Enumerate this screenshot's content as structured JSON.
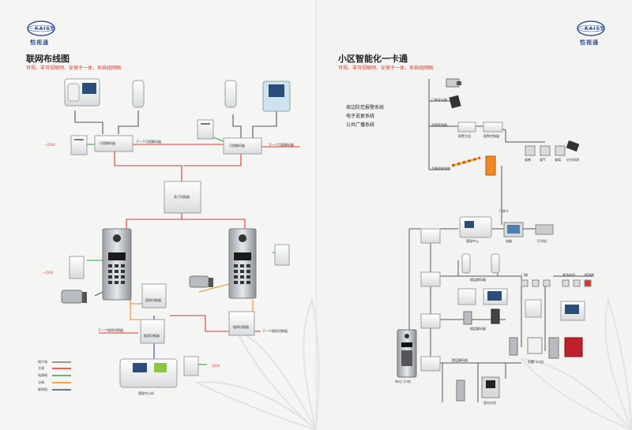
{
  "colors": {
    "red": "#e2332b",
    "green": "#3d9a45",
    "orange": "#f08a22",
    "blue": "#2e4f8c",
    "gray": "#7a7a7a",
    "wire": "#555555"
  },
  "brand": {
    "logo_text": "KAIST",
    "name": "恺视通"
  },
  "left_page": {
    "title": "联网布线图",
    "subtitle": "可视、非可视联网，安保于一体，系统组网图",
    "labels": {
      "decoder_left": "可视解码器",
      "decoder_right": "可视解码器",
      "next_decoder": "下一个可视解码器",
      "switch": "多门切换器",
      "power_220_top": "~220V",
      "power_220_mid": "~220V",
      "power_220_bottom": "220V",
      "next_switch_left": "下一个楼网切换器",
      "next_switch_right": "下一个楼网切换器",
      "switch_box_a": "楼网切换器",
      "switch_box_b": "楼网切换器",
      "switch_box_c": "楼网切换器",
      "management": "管理中心机"
    },
    "legend": [
      {
        "label": "地户线",
        "color": "#7a7a7a"
      },
      {
        "label": "主线",
        "color": "#e2332b"
      },
      {
        "label": "电源线",
        "color": "#3d9a45"
      },
      {
        "label": "分线",
        "color": "#f08a22"
      },
      {
        "label": "联网线",
        "color": "#2e4f8c"
      }
    ]
  },
  "right_page": {
    "title": "小区智能化一卡通",
    "subtitle": "可视、非可视联网，安保于一体，系统组网图",
    "systems": [
      "周边防范报警系统",
      "电子巡更系统",
      "公共广播系统"
    ],
    "labels": {
      "video": "门禁读卡器",
      "patrol": "巡更管理器",
      "alarm_host": "报警主机",
      "alarm_panel": "报警控制器",
      "smoke": "烟感",
      "gas": "煤气",
      "glass": "玻璃",
      "ir": "红外探测",
      "gate": "车辆道闸系统",
      "pc": "电脑",
      "printer": "打印机",
      "center": "管理中心",
      "card": "门禁卡",
      "bus1": "楼层解码器",
      "bus2": "楼层解码器",
      "bus3": "楼层解码器",
      "villa": "别墅门口机",
      "unit_door": "单元门口机",
      "indoor": "室内分机",
      "door_lock": "门磁",
      "emergency": "紧急按钮",
      "sensor": "探测器"
    }
  }
}
